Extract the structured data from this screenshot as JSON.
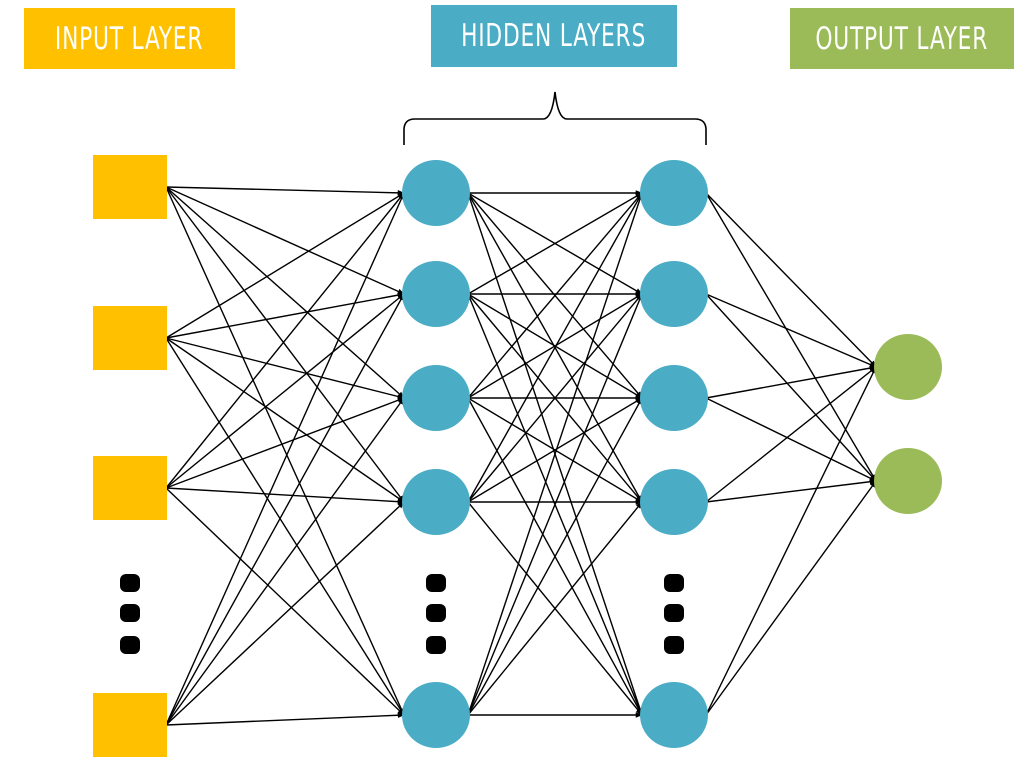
{
  "labels": {
    "input": "INPUT LAYER",
    "hidden": "HIDDEN LAYERS",
    "output": "OUTPUT LAYER"
  },
  "colors": {
    "input": "#FFC000",
    "hidden": "#4BACC6",
    "output": "#9BBB59",
    "edge": "#000000"
  },
  "layers": [
    {
      "name": "input",
      "shape": "square",
      "nodes": 4,
      "ellipsis_after": 3
    },
    {
      "name": "hidden-1",
      "shape": "circle",
      "nodes": 5,
      "ellipsis_after": 4
    },
    {
      "name": "hidden-2",
      "shape": "circle",
      "nodes": 5,
      "ellipsis_after": 4
    },
    {
      "name": "output",
      "shape": "circle",
      "nodes": 2,
      "ellipsis_after": null
    }
  ],
  "connectivity": "fully-connected"
}
